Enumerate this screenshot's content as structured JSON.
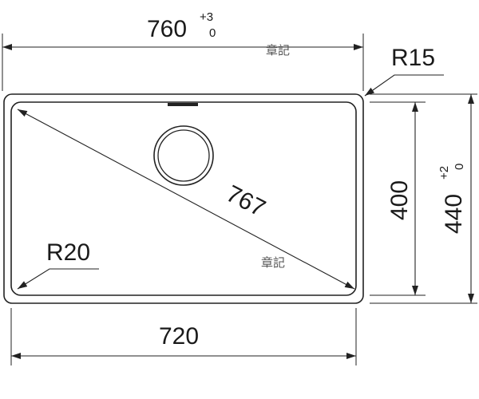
{
  "dimensions": {
    "overall_width": {
      "value": "760",
      "tol_upper": "+3",
      "tol_lower": "0"
    },
    "overall_height": {
      "value": "440",
      "tol_upper": "+2",
      "tol_lower": "0"
    },
    "inner_width": "720",
    "inner_height": "400",
    "diagonal": "767",
    "outer_radius": "R15",
    "inner_radius": "R20"
  },
  "stamps": [
    "章記",
    "章記"
  ],
  "colors": {
    "line": "#222222",
    "text": "#1a1a1a",
    "stamp": "#555555"
  }
}
